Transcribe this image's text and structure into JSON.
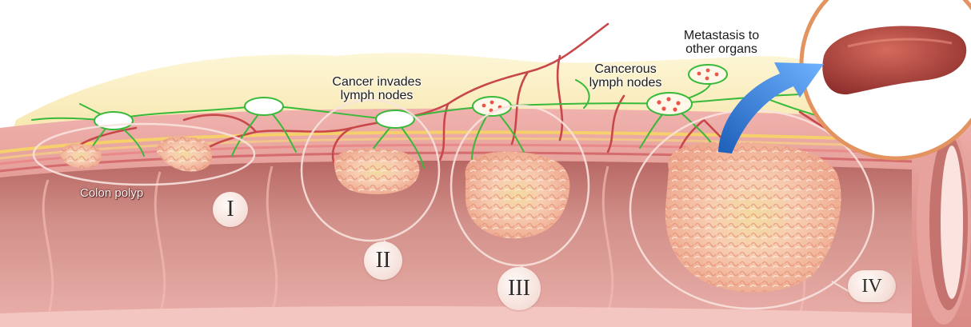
{
  "labels": {
    "colon_polyp": "Colon polyp",
    "cancer_invades_line1": "Cancer invades",
    "cancer_invades_line2": "lymph nodes",
    "cancerous_line1": "Cancerous",
    "cancerous_line2": "lymph nodes",
    "metastasis_line1": "Metastasis to",
    "metastasis_line2": "other organs"
  },
  "stages": [
    "I",
    "II",
    "III",
    "IV"
  ],
  "colors": {
    "colon_wall": "#e9a3a0",
    "mucosa_inner": "#c97a76",
    "fat_layer": "#fbefc6",
    "lymph_vessel": "#38b93a",
    "blood_vessel": "#c8474a",
    "tumor": "#f6c6a8",
    "liver": "#b4473f",
    "arrow": "#3a86e0"
  }
}
